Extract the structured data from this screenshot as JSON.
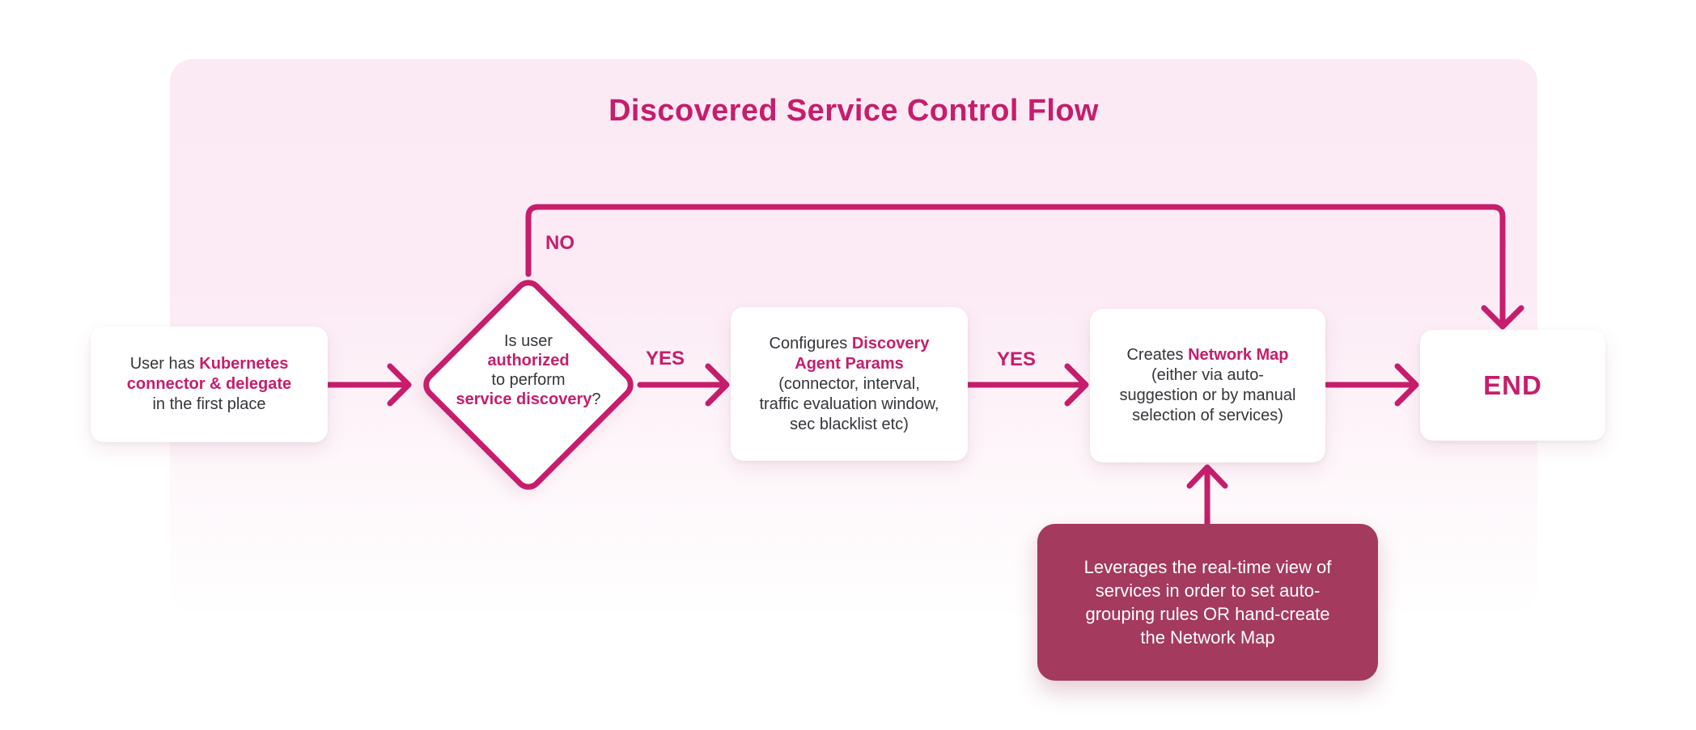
{
  "title": "Discovered Service Control Flow",
  "colors": {
    "accent": "#C61D6C",
    "text_dark": "#35353B",
    "note_bg": "#A43A5E",
    "panel_top": "#FBE9F4",
    "panel_bottom": "#FFFEFF",
    "node_bg": "#FFFFFF"
  },
  "labels": {
    "no": "NO",
    "yes1": "YES",
    "yes2": "YES"
  },
  "nodes": {
    "start": {
      "l1a": "User has ",
      "l1b": "Kubernetes",
      "l2": "connector & delegate",
      "l3": "in the first place"
    },
    "decision": {
      "l1": "Is user",
      "l2": "authorized",
      "l3": "to perform",
      "l4a": "service discovery",
      "l4b": "?"
    },
    "params": {
      "l1a": "Configures ",
      "l1b": "Discovery",
      "l2": "Agent Params",
      "l3": "(connector, interval,",
      "l4": "traffic evaluation window,",
      "l5": "sec blacklist etc)"
    },
    "netmap": {
      "l1a": "Creates ",
      "l1b": "Network Map",
      "l2": "(either via auto-",
      "l3": "suggestion or by manual",
      "l4": "selection of services)"
    },
    "end": {
      "label": "END"
    },
    "note": {
      "l1": "Leverages the real-time view of",
      "l2": "services in order to set auto-",
      "l3": "grouping rules OR hand-create",
      "l4": "the Network Map"
    }
  }
}
